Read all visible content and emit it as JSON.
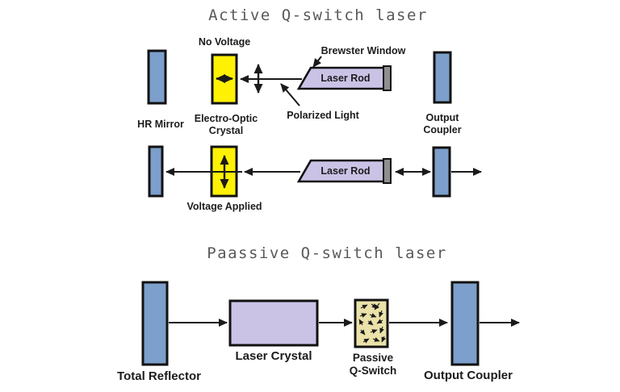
{
  "colors": {
    "mirror_blue": "#7C9FCB",
    "crystal_yellow": "#FFF104",
    "rod_lavender": "#CBC3E6",
    "qswitch_tan": "#EAE2A9",
    "cap_gray": "#8F8F8F",
    "title_gray": "#595959"
  },
  "active": {
    "title": "Active Q-switch laser",
    "no_voltage": "No Voltage",
    "hr_mirror": "HR Mirror",
    "eo_crystal_line1": "Electro-Optic",
    "eo_crystal_line2": "Crystal",
    "brewster_window": "Brewster Window",
    "polarized_light": "Polarized Light",
    "laser_rod": "Laser Rod",
    "voltage_applied": "Voltage Applied",
    "output_coupler_line1": "Output",
    "output_coupler_line2": "Coupler"
  },
  "passive": {
    "title": "Paassive Q-switch laser",
    "total_reflector": "Total Reflector",
    "laser_crystal": "Laser Crystal",
    "q_switch_line1": "Passive",
    "q_switch_line2": "Q-Switch",
    "output_coupler": "Output Coupler"
  }
}
